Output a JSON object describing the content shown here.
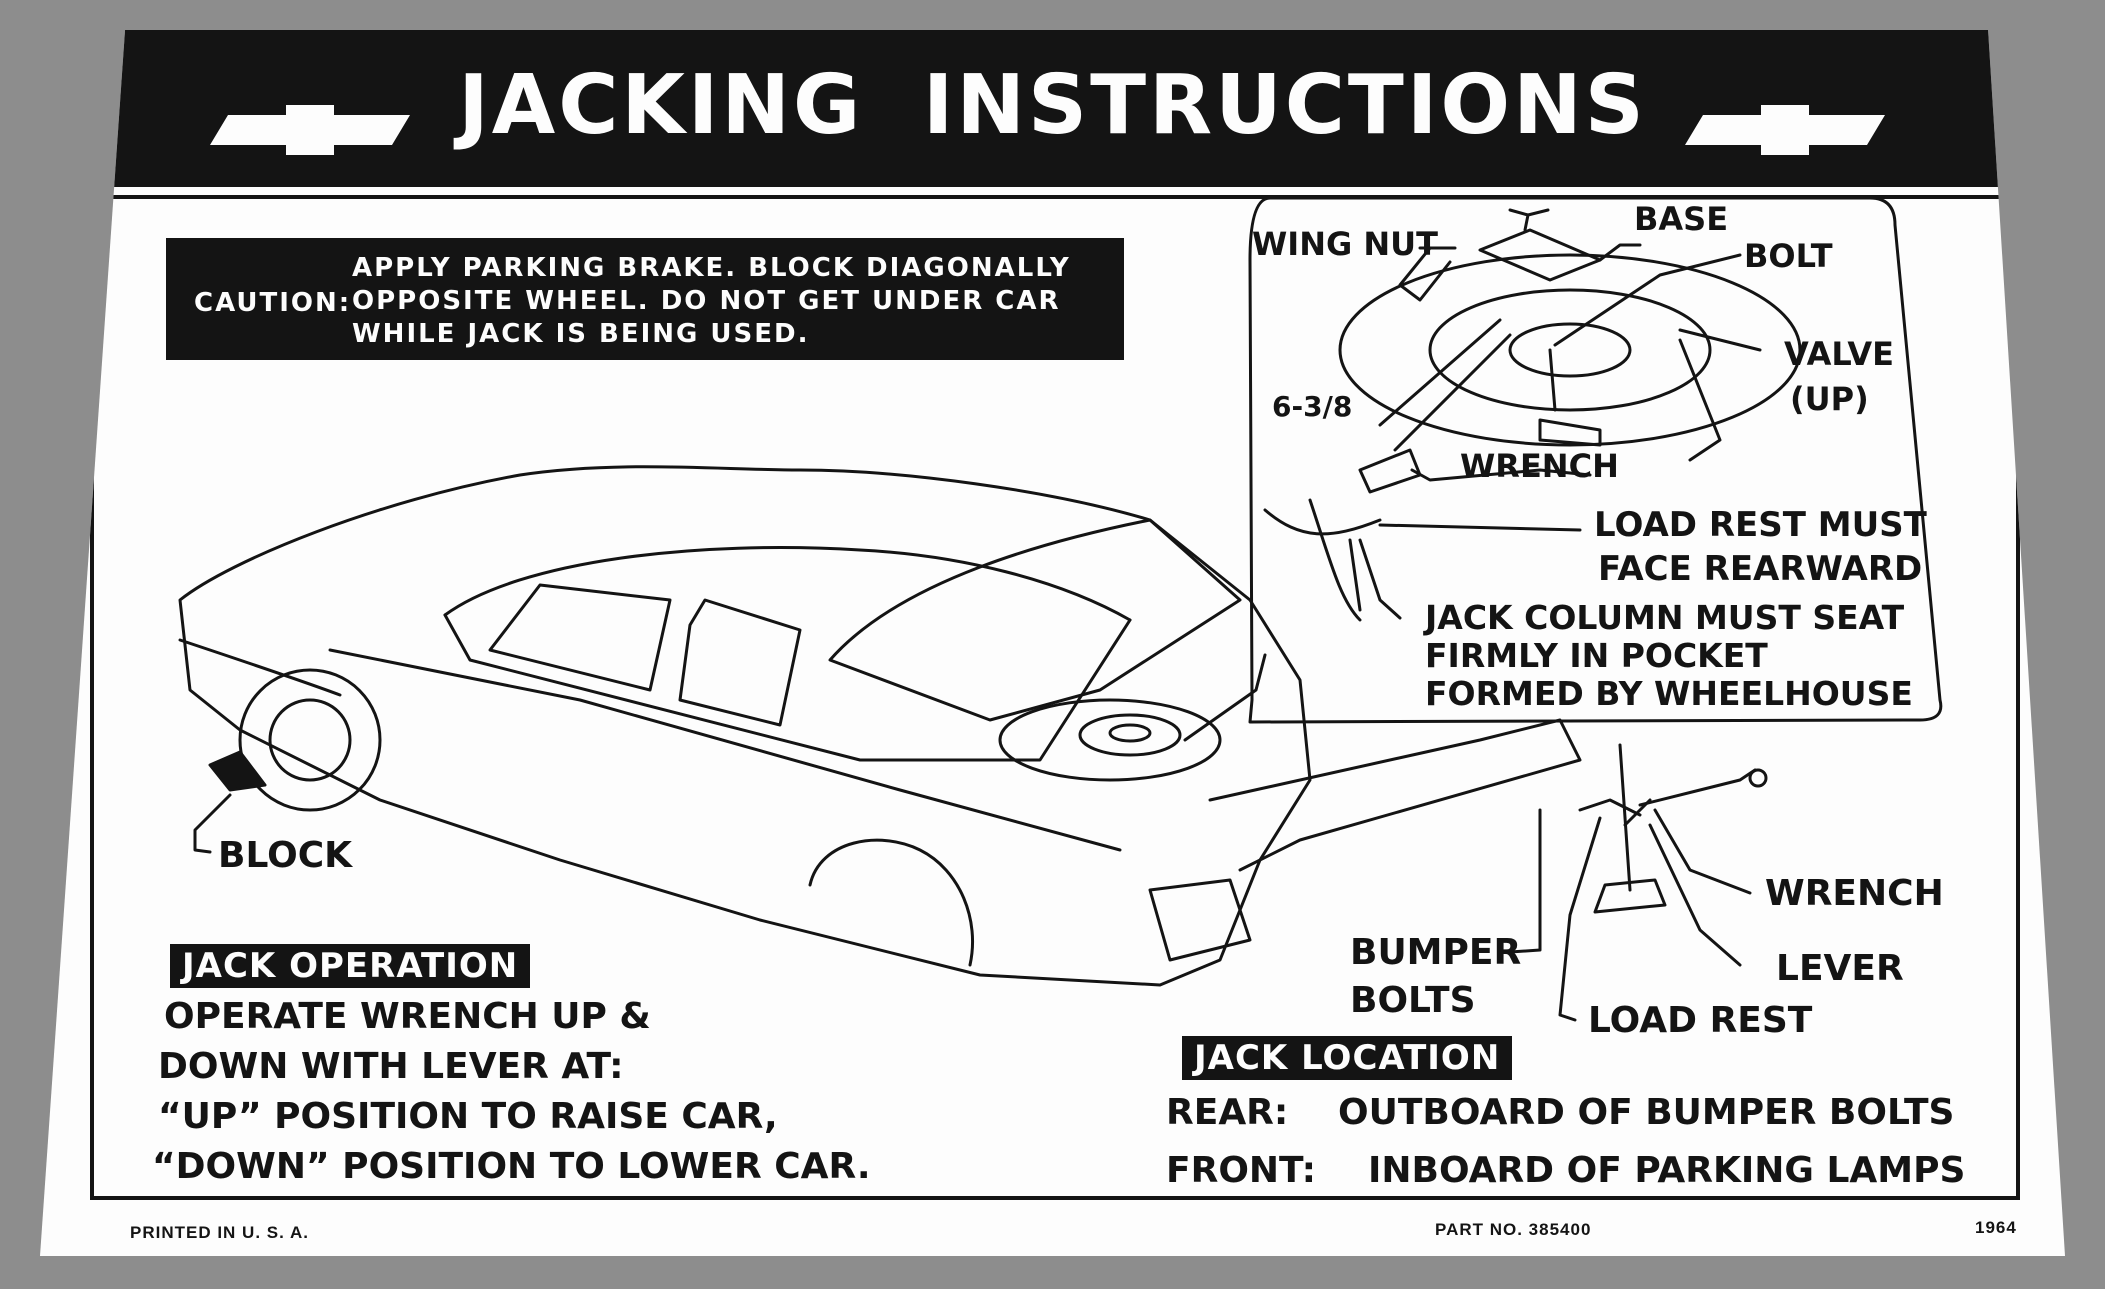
{
  "header": {
    "title": "JACKING INSTRUCTIONS"
  },
  "caution": {
    "label": "CAUTION:",
    "line1": "APPLY PARKING BRAKE. BLOCK DIAGONALLY",
    "line2": "OPPOSITE WHEEL. DO NOT GET UNDER CAR",
    "line3": "WHILE JACK IS BEING USED."
  },
  "inset": {
    "wing_nut": "WING NUT",
    "base": "BASE",
    "bolt": "BOLT",
    "valve_1": "VALVE",
    "valve_2": "(UP)",
    "dimension": "6-3/8",
    "wrench": "WRENCH",
    "load_rest_1": "LOAD REST MUST",
    "load_rest_2": "FACE REARWARD",
    "jack_column_1": "JACK COLUMN MUST SEAT",
    "jack_column_2": "FIRMLY IN POCKET",
    "jack_column_3": "FORMED BY WHEELHOUSE"
  },
  "car_labels": {
    "block": "BLOCK",
    "wrench": "WRENCH",
    "lever": "LEVER",
    "load_rest": "LOAD REST",
    "bumper_bolts_1": "BUMPER",
    "bumper_bolts_2": "BOLTS"
  },
  "jack_operation": {
    "heading": "JACK OPERATION",
    "line1": "OPERATE WRENCH UP &",
    "line2": "DOWN WITH LEVER AT:",
    "line3": "“UP” POSITION TO RAISE CAR,",
    "line4": "“DOWN” POSITION TO LOWER CAR."
  },
  "jack_location": {
    "heading": "JACK LOCATION",
    "rear_label": "REAR:",
    "rear_text": "OUTBOARD OF BUMPER BOLTS",
    "front_label": "FRONT:",
    "front_text": "INBOARD OF PARKING LAMPS"
  },
  "footer": {
    "printed": "PRINTED IN U. S. A.",
    "part_no": "PART NO. 385400",
    "year": "1964"
  },
  "colors": {
    "ink": "#141414",
    "paper": "#fdfdfd",
    "background": "#8d8d8d"
  },
  "icons": [
    "bowtie-logo",
    "car-illustration",
    "jack-inset-illustration"
  ]
}
